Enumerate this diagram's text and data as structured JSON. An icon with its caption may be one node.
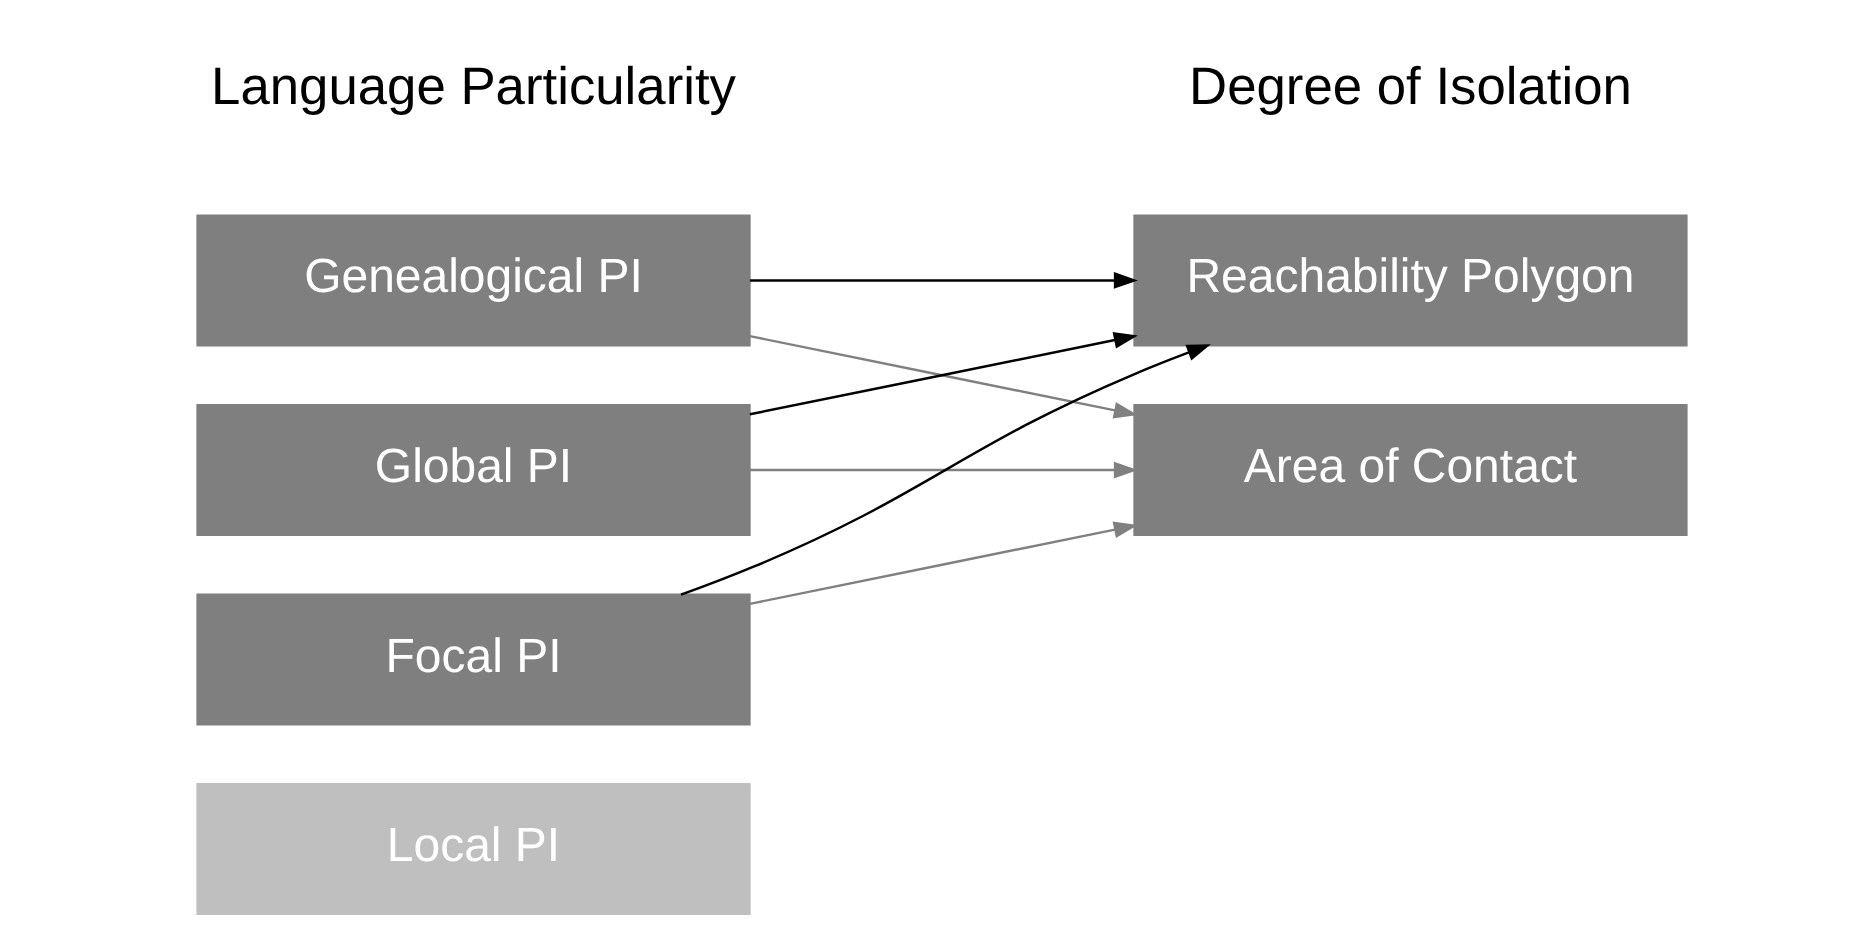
{
  "diagram": {
    "nodes": [
      {
        "text": [
          "Genealogical PI"
        ]
      },
      {
        "text": [
          "Global PI"
        ]
      },
      {
        "text": [
          "Focal PI"
        ]
      },
      {
        "text": [
          "Local PI"
        ]
      },
      {
        "text": [
          "Reachability Polygon"
        ]
      },
      {
        "text": [
          "Area of Contact"
        ]
      }
    ],
    "edges": [
      {
        "from": 0,
        "to": 4,
        "arrow": "to"
      },
      {
        "from": 0,
        "to": 5,
        "arrow": "to",
        "color": "#808080"
      },
      {
        "from": 1,
        "to": 4,
        "arrow": "to"
      },
      {
        "from": 1,
        "to": 5,
        "arrow": "to",
        "color": "#808080"
      },
      {
        "from": 2,
        "to": 4,
        "arrow": "to"
      },
      {
        "from": 2,
        "to": 5,
        "arrow": "to",
        "color": "#808080"
      }
    ],
    "labels": [
      "Language Particularity",
      "Degree of Isolation"
    ]
  }
}
